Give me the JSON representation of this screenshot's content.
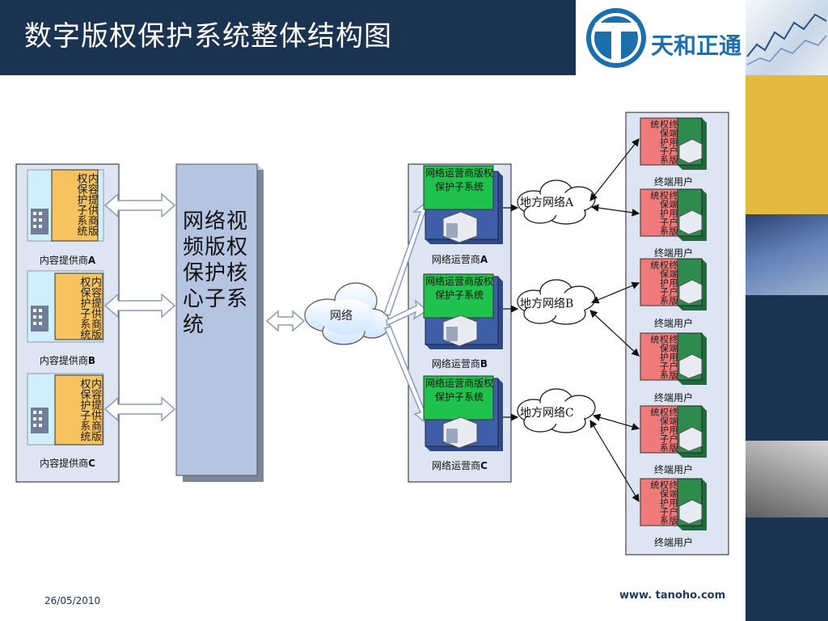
{
  "slide": {
    "title": "数字版权保护系统整体结构图",
    "logo_text": "天和正通",
    "date": "26/05/2010",
    "url": "www. tanoho.com"
  },
  "core": {
    "label": "网络视频版权保护核心子系统"
  },
  "providers": [
    {
      "sub_col1": "内容提供商",
      "sub_col2": "版权保护子系统",
      "name": "内容提供商",
      "suffix": "A"
    },
    {
      "sub_col1": "内容提供商",
      "sub_col2": "版权保护子系统",
      "name": "内容提供商",
      "suffix": "B"
    },
    {
      "sub_col1": "内容提供商",
      "sub_col2": "版权保护子系统",
      "name": "内容提供商",
      "suffix": "C"
    }
  ],
  "internet": {
    "label": "网络"
  },
  "operators": [
    {
      "sub": "网络运营商版权保护子系统",
      "name": "网络运营商",
      "suffix": "A"
    },
    {
      "sub": "网络运营商版权保护子系统",
      "name": "网络运营商",
      "suffix": "B"
    },
    {
      "sub": "网络运营商版权保护子系统",
      "name": "网络运营商",
      "suffix": "C"
    }
  ],
  "local_networks": [
    {
      "label": "地方网络A"
    },
    {
      "label": "地方网络B"
    },
    {
      "label": "地方网络C"
    }
  ],
  "end_users": [
    {
      "sub_col1": "终端用户",
      "sub_col2": "版权保护",
      "sub_col3": "子系统",
      "name": "终端用户"
    },
    {
      "sub_col1": "终端用户",
      "sub_col2": "版权保护",
      "sub_col3": "子系统",
      "name": "终端用户"
    },
    {
      "sub_col1": "终端用户",
      "sub_col2": "版权保护",
      "sub_col3": "子系统",
      "name": "终端用户"
    },
    {
      "sub_col1": "终端用户",
      "sub_col2": "版权保护",
      "sub_col3": "子系统",
      "name": "终端用户"
    },
    {
      "sub_col1": "终端用户",
      "sub_col2": "版权保护",
      "sub_col3": "子系统",
      "name": "终端用户"
    },
    {
      "sub_col1": "终端用户",
      "sub_col2": "版权保护",
      "sub_col3": "子系统",
      "name": "终端用户"
    }
  ],
  "colors": {
    "header": "#1a3350",
    "panel": "#dde4f2",
    "core_box": "#b4c4e1",
    "provider_sub": "#f7c35f",
    "operator_sub": "#1fc24c",
    "user_sub": "#f07a7a",
    "terminal_green": "#2e8b4e",
    "server_blue": "#3e5fa8"
  }
}
